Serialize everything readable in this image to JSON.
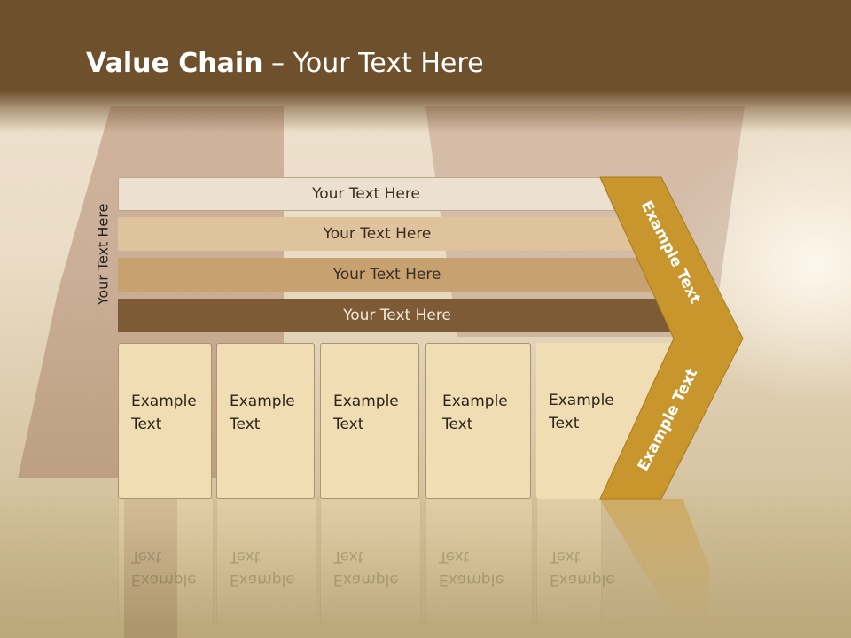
{
  "slide": {
    "title_bold": "Value Chain",
    "title_rest": " – Your Text Here",
    "side_label": "Your Text Here",
    "bars": [
      {
        "label": "Your Text Here",
        "color": "#ece1d0"
      },
      {
        "label": "Your Text Here",
        "color": "#dfc39d"
      },
      {
        "label": "Your Text Here",
        "color": "#c8a170"
      },
      {
        "label": "Your Text Here",
        "color": "#7e5b37"
      }
    ],
    "columns": [
      {
        "line1": "Example",
        "line2": "Text"
      },
      {
        "line1": "Example",
        "line2": "Text"
      },
      {
        "line1": "Example",
        "line2": "Text"
      },
      {
        "line1": "Example",
        "line2": "Text"
      },
      {
        "line1": "Example",
        "line2": "Text"
      }
    ],
    "chevron_top_text": "Example Text",
    "chevron_bottom_text": "Example Text",
    "chevron_color": "#c9962e",
    "title_bar_color": "#6f502c"
  }
}
